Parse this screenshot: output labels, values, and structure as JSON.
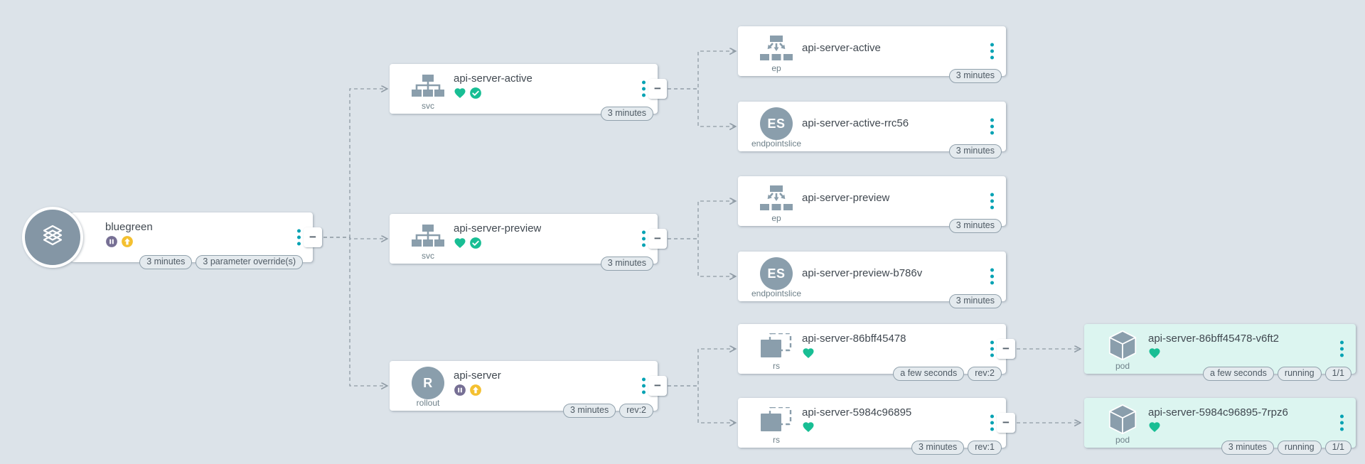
{
  "ui": {
    "collapse_glyph": "−"
  },
  "colors": {
    "canvas_background": "#dce3e9",
    "node_background": "#ffffff",
    "pod_highlight_background": "#dcf5f0",
    "icon_gray": "#8a9eac",
    "healthy_green": "#18be94",
    "synced_green": "#18be94",
    "suspended_purple": "#766f94",
    "out_of_sync_yellow": "#f4c030",
    "menu_dots_teal": "#00a2b3",
    "connector_gray": "#8f9ba5"
  },
  "nodes": [
    {
      "kind": "application",
      "kind_label": "",
      "name": "bluegreen",
      "statuses": [
        "suspended",
        "out-of-sync"
      ],
      "badges": [
        "3 minutes",
        "3 parameter override(s)"
      ]
    },
    {
      "kind": "service",
      "kind_label": "svc",
      "name": "api-server-active",
      "statuses": [
        "healthy",
        "synced"
      ],
      "badges": [
        "3 minutes"
      ]
    },
    {
      "kind": "service",
      "kind_label": "svc",
      "name": "api-server-preview",
      "statuses": [
        "healthy",
        "synced"
      ],
      "badges": [
        "3 minutes"
      ]
    },
    {
      "kind": "rollout",
      "kind_label": "rollout",
      "icon_text": "R",
      "name": "api-server",
      "statuses": [
        "suspended",
        "out-of-sync"
      ],
      "badges": [
        "3 minutes",
        "rev:2"
      ]
    },
    {
      "kind": "endpoints",
      "kind_label": "ep",
      "name": "api-server-active",
      "statuses": [],
      "badges": [
        "3 minutes"
      ]
    },
    {
      "kind": "endpointslice",
      "kind_label": "endpointslice",
      "icon_text": "ES",
      "name": "api-server-active-rrc56",
      "statuses": [],
      "badges": [
        "3 minutes"
      ]
    },
    {
      "kind": "endpoints",
      "kind_label": "ep",
      "name": "api-server-preview",
      "statuses": [],
      "badges": [
        "3 minutes"
      ]
    },
    {
      "kind": "endpointslice",
      "kind_label": "endpointslice",
      "icon_text": "ES",
      "name": "api-server-preview-b786v",
      "statuses": [],
      "badges": [
        "3 minutes"
      ]
    },
    {
      "kind": "replicaset",
      "kind_label": "rs",
      "name": "api-server-86bff45478",
      "statuses": [
        "healthy"
      ],
      "badges": [
        "a few seconds",
        "rev:2"
      ]
    },
    {
      "kind": "replicaset",
      "kind_label": "rs",
      "name": "api-server-5984c96895",
      "statuses": [
        "healthy"
      ],
      "badges": [
        "3 minutes",
        "rev:1"
      ]
    },
    {
      "kind": "pod",
      "kind_label": "pod",
      "name": "api-server-86bff45478-v6ft2",
      "statuses": [
        "healthy"
      ],
      "badges": [
        "a few seconds",
        "running",
        "1/1"
      ]
    },
    {
      "kind": "pod",
      "kind_label": "pod",
      "name": "api-server-5984c96895-7rpz6",
      "statuses": [
        "healthy"
      ],
      "badges": [
        "3 minutes",
        "running",
        "1/1"
      ]
    }
  ]
}
